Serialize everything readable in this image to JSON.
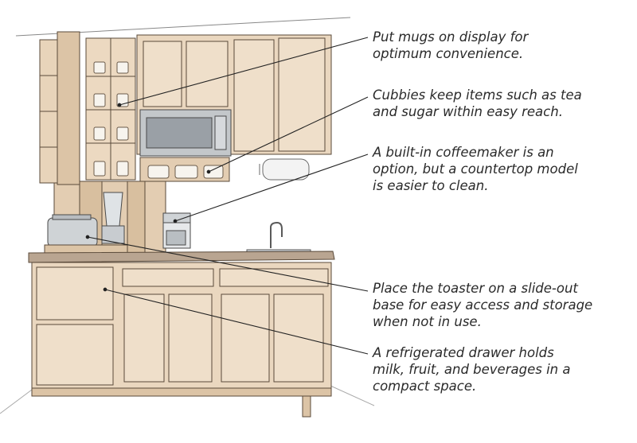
{
  "callouts": [
    {
      "id": "mugs",
      "lines": [
        "Put mugs on display for",
        "optimum convenience."
      ]
    },
    {
      "id": "cubbies",
      "lines": [
        "Cubbies keep items such as tea",
        "and sugar within easy reach."
      ]
    },
    {
      "id": "coffeemaker",
      "lines": [
        "A built-in coffeemaker is an",
        "option, but a countertop model",
        "is easier to clean."
      ]
    },
    {
      "id": "toaster",
      "lines": [
        "Place the toaster on a slide-out",
        "base for easy access and storage",
        "when not in use."
      ]
    },
    {
      "id": "drawer",
      "lines": [
        "A refrigerated drawer holds",
        "milk, fruit, and beverages in a",
        "compact space."
      ]
    }
  ],
  "colors": {
    "wood": "#ead7bf",
    "wood_dark": "#d8bf9f",
    "outline": "#5a4a3a",
    "counter": "#b9a591",
    "steel": "#bfc4c8",
    "leader": "#222222"
  }
}
